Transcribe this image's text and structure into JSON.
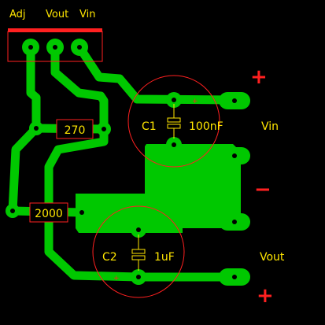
{
  "connector": {
    "pins": [
      "Adj",
      "Vout",
      "Vin"
    ]
  },
  "resistors": [
    {
      "id": "r1",
      "value": "270"
    },
    {
      "id": "r2",
      "value": "2000"
    }
  ],
  "capacitors": [
    {
      "id": "c1",
      "designator": "C1",
      "value": "100nF",
      "polarity_mark": "+"
    },
    {
      "id": "c2",
      "designator": "C2",
      "value": "1uF",
      "polarity_mark": "+"
    }
  ],
  "terminals": {
    "vin_label": "Vin",
    "vout_label": "Vout",
    "plus_top": "+",
    "minus": "−",
    "plus_bottom": "+"
  },
  "colors": {
    "background": "#000000",
    "copper": "#00c800",
    "silkscreen": "#ffe600",
    "outline_red": "#ff2020",
    "hole": "#000000"
  }
}
